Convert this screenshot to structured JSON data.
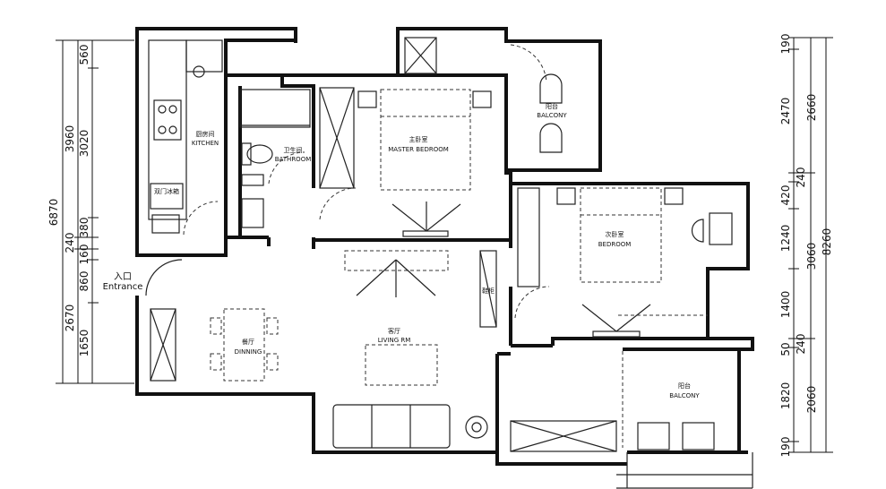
{
  "rooms": {
    "kitchen": {
      "cn": "厨房间",
      "en": "KITCHEN"
    },
    "bathroom": {
      "cn": "卫生间",
      "en": "BATHROOM"
    },
    "master_bedroom": {
      "cn": "主卧室",
      "en": "MASTER BEDROOM"
    },
    "balcony_top": {
      "cn": "阳台",
      "en": "BALCONY"
    },
    "bedroom": {
      "cn": "次卧室",
      "en": "BEDROOM"
    },
    "living": {
      "cn": "客厅",
      "en": "LIVING RM"
    },
    "dining": {
      "cn": "餐厅",
      "en": "DINNING"
    },
    "balcony_bottom": {
      "cn": "阳台",
      "en": "BALCONY"
    }
  },
  "entrance": {
    "cn": "入口",
    "en": "Entrance"
  },
  "fixtures": {
    "fridge": "双门冰箱",
    "shoe_cabinet": "鞋柜"
  },
  "dimensions_left": {
    "outer": "6870",
    "middle": [
      "3960",
      "240",
      "2670"
    ],
    "inner": [
      "560",
      "3020",
      "380",
      "160",
      "860",
      "1650"
    ]
  },
  "dimensions_right": {
    "outer": "8260",
    "middle": [
      "2660",
      "3060",
      "2060"
    ],
    "inner": [
      "190",
      "2470",
      "240",
      "420",
      "1240",
      "1400",
      "50",
      "240",
      "1820",
      "190"
    ]
  }
}
